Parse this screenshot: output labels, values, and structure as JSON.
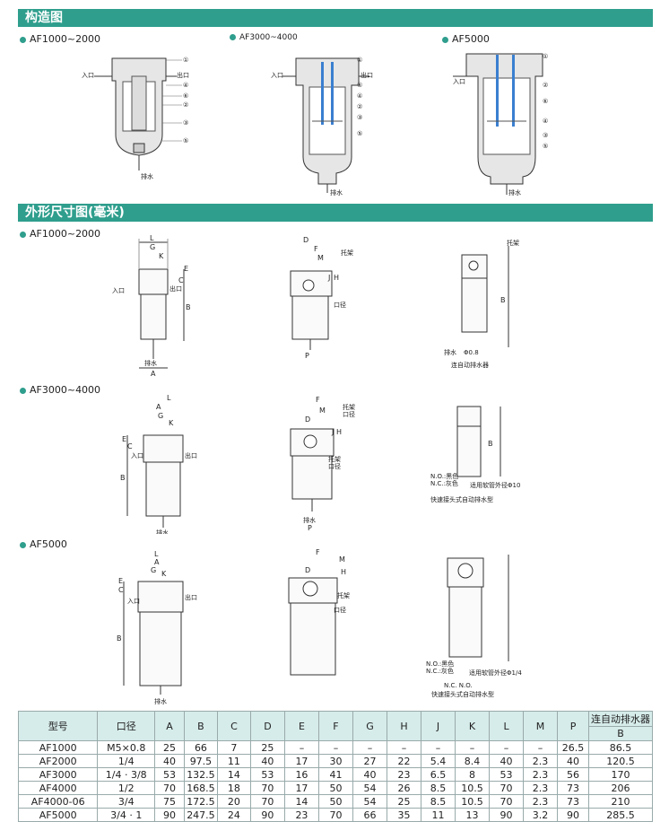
{
  "section1": {
    "title": "构造图"
  },
  "section2": {
    "title": "外形尺寸图(毫米)"
  },
  "struct_labels": {
    "af1000": "AF1000~2000",
    "af3000": "AF3000~4000",
    "af5000": "AF5000"
  },
  "dim_labels": {
    "af1000": "AF1000~2000",
    "af3000": "AF3000~4000",
    "af5000": "AF5000"
  },
  "callouts": {
    "inlet": "入口",
    "outlet": "出口",
    "drain": "排水",
    "bracket": "托架",
    "port": "口径",
    "auto_drain": "连自动排水器",
    "phi08": "Φ0.8",
    "no_black": "N.O.:黑色",
    "nc_gray": "N.C.:灰色",
    "tube10": "适用软管外径Φ10",
    "tube14": "适用软管外径Φ1/4",
    "quick_drain": "快速接头式自动排水型",
    "nc_no": "N.C.  N.O."
  },
  "struct_numbers": {
    "n1": "①",
    "n2": "②",
    "n3": "③",
    "n4": "④",
    "n5": "⑤",
    "n6": "⑥"
  },
  "dim_letters": {
    "A": "A",
    "B": "B",
    "C": "C",
    "D": "D",
    "E": "E",
    "F": "F",
    "G": "G",
    "H": "H",
    "J": "J",
    "K": "K",
    "L": "L",
    "M": "M",
    "P": "P"
  },
  "table": {
    "headers": [
      "型号",
      "口径",
      "A",
      "B",
      "C",
      "D",
      "E",
      "F",
      "G",
      "H",
      "J",
      "K",
      "L",
      "M",
      "P"
    ],
    "auto_drain_header": "连自动排水器",
    "auto_drain_sub": "B",
    "rows": [
      [
        "AF1000",
        "M5×0.8",
        "25",
        "66",
        "7",
        "25",
        "–",
        "–",
        "–",
        "–",
        "–",
        "–",
        "–",
        "–",
        "26.5",
        "86.5"
      ],
      [
        "AF2000",
        "1/4",
        "40",
        "97.5",
        "11",
        "40",
        "17",
        "30",
        "27",
        "22",
        "5.4",
        "8.4",
        "40",
        "2.3",
        "40",
        "120.5"
      ],
      [
        "AF3000",
        "1/4 · 3/8",
        "53",
        "132.5",
        "14",
        "53",
        "16",
        "41",
        "40",
        "23",
        "6.5",
        "8",
        "53",
        "2.3",
        "56",
        "170"
      ],
      [
        "AF4000",
        "1/2",
        "70",
        "168.5",
        "18",
        "70",
        "17",
        "50",
        "54",
        "26",
        "8.5",
        "10.5",
        "70",
        "2.3",
        "73",
        "206"
      ],
      [
        "AF4000-06",
        "3/4",
        "75",
        "172.5",
        "20",
        "70",
        "14",
        "50",
        "54",
        "25",
        "8.5",
        "10.5",
        "70",
        "2.3",
        "73",
        "210"
      ],
      [
        "AF5000",
        "3/4 · 1",
        "90",
        "247.5",
        "24",
        "90",
        "23",
        "70",
        "66",
        "35",
        "11",
        "13",
        "90",
        "3.2",
        "90",
        "285.5"
      ]
    ]
  },
  "colors": {
    "band": "#2f9e8d",
    "element": "#3a7fd0",
    "body_fill": "#e6e6e6",
    "header_fill": "#d6ecea"
  }
}
